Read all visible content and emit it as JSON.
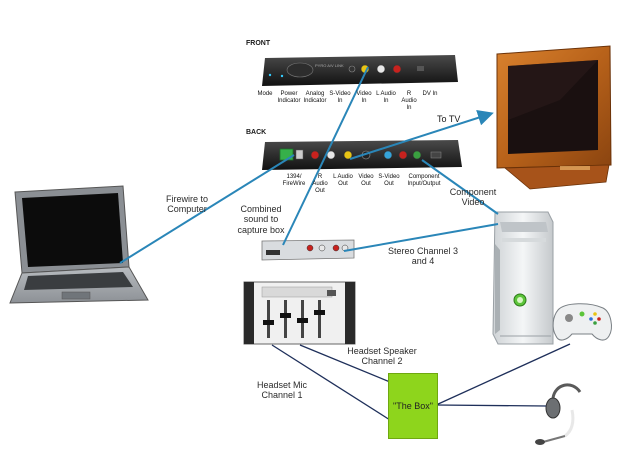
{
  "front": {
    "title": "FRONT",
    "ports": [
      "Mode",
      "Power Indicator",
      "Analog Indicator",
      "S-Video In",
      "Video In",
      "L Audio In",
      "R Audio In",
      "DV In"
    ]
  },
  "back": {
    "title": "BACK",
    "ports": [
      "1394/ FireWire",
      "R Audio Out",
      "L Audio Out",
      "Video Out",
      "S-Video Out",
      "Component Input/Output"
    ]
  },
  "labels": {
    "to_tv": "To TV",
    "firewire": "Firewire to Computer",
    "component": "Component Video",
    "combined": "Combined sound to capture box",
    "stereo": "Stereo Channel 3 and 4",
    "headset_speaker": "Headset Speaker Channel 2",
    "headset_mic": "Headset Mic Channel 1",
    "the_box": "\"The Box\""
  },
  "colors": {
    "cable": "#2a86b8",
    "cable_dark": "#1f5f8e",
    "the_box_fill": "#8ed51c"
  },
  "icons": [
    "laptop-icon",
    "tv-icon",
    "xbox-console-icon",
    "xbox-controller-icon",
    "headset-icon",
    "mixer-icon",
    "capture-box-icon"
  ]
}
